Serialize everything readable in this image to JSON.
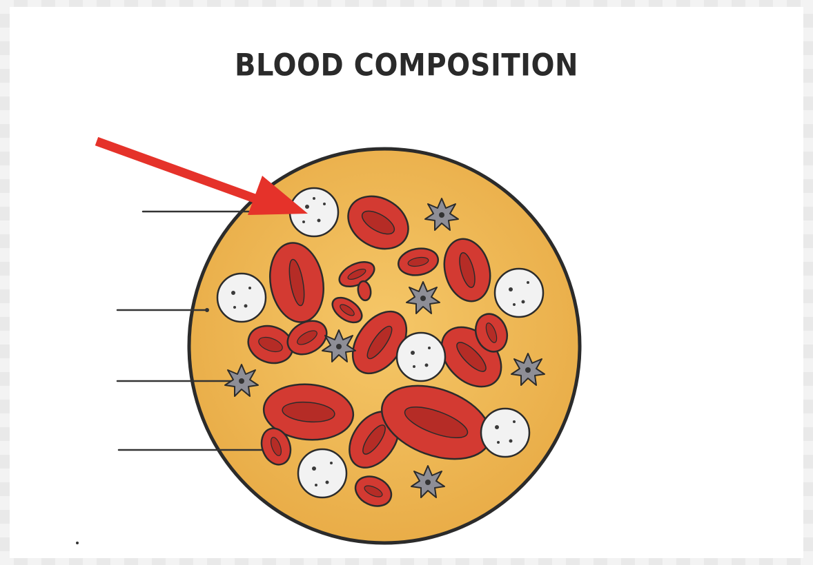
{
  "diagram": {
    "title": "BLOOD COMPOSITION",
    "colors": {
      "plasma": "#eeb653",
      "outline": "#2b2b2b",
      "red_cell": "#d33a32",
      "red_cell_dark": "#a3231f",
      "white_cell": "#f2f2f2",
      "platelet": "#8e8e96",
      "arrow": "#e5322a"
    },
    "label_lines": [
      {
        "id": "white-blood-cell",
        "label": ""
      },
      {
        "id": "plasma",
        "label": ""
      },
      {
        "id": "platelet",
        "label": ""
      },
      {
        "id": "red-blood-cell",
        "label": ""
      }
    ],
    "pointer_target": "white-blood-cell"
  }
}
